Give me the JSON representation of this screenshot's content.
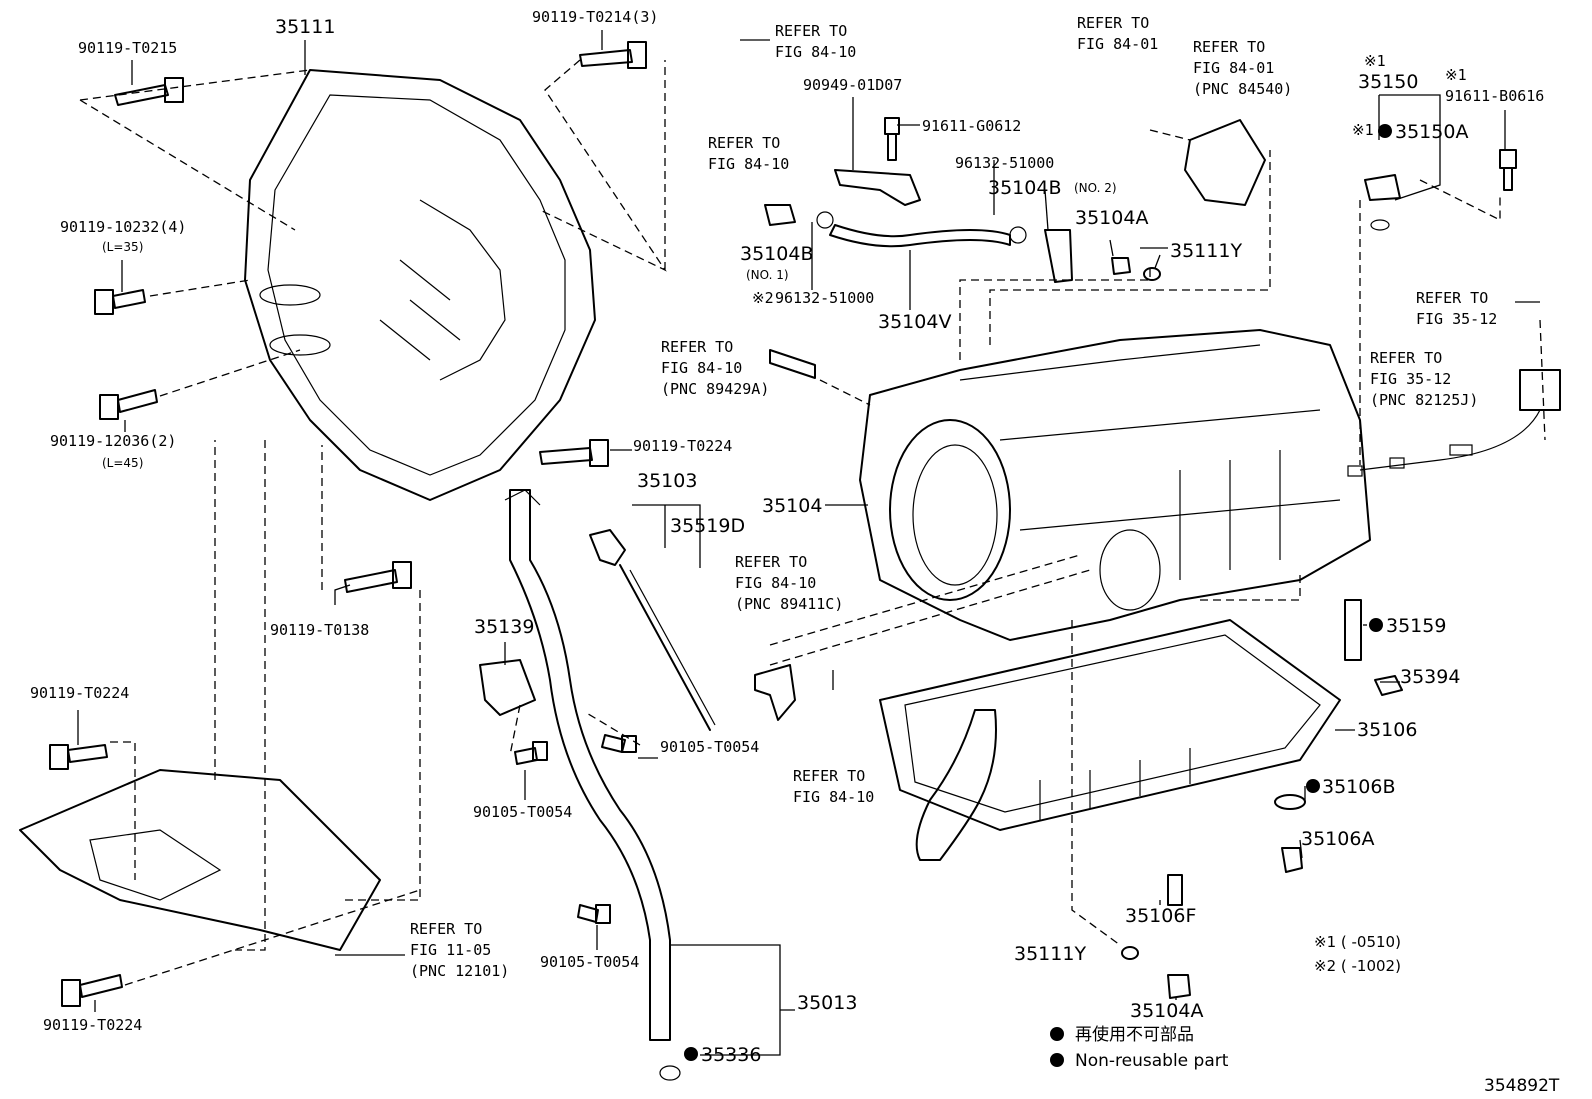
{
  "callouts": {
    "c35111": "35111",
    "c90119_T0215": "90119-T0215",
    "c90119_T0214": "90119-T0214(3)",
    "c90119_10232": "90119-10232(4)",
    "c90119_10232_len": "(L=35)",
    "c90119_12036": "90119-12036(2)",
    "c90119_12036_len": "(L=45)",
    "c90119_T0224_a": "90119-T0224",
    "c90119_T0138": "90119-T0138",
    "c90119_T0224_b": "90119-T0224",
    "c90119_T0224_c": "90119-T0224",
    "ref_11_05_a": "REFER TO",
    "ref_11_05_b": "FIG 11-05",
    "ref_11_05_c": "(PNC 12101)",
    "c35103": "35103",
    "c35519D": "35519D",
    "c35139": "35139",
    "c90105_T0054_a": "90105-T0054",
    "c90105_T0054_b": "90105-T0054",
    "c90105_T0054_c": "90105-T0054",
    "c35013": "35013",
    "c35336": "35336",
    "ref_84_10_top1": "REFER TO",
    "ref_84_10_top2": "FIG 84-10",
    "ref_84_10_mid1": "REFER TO",
    "ref_84_10_mid2": "FIG 84-10",
    "c90949": "90949-01D07",
    "c91611_G0612": "91611-G0612",
    "c96132_a": "96132-51000",
    "c35104B_no2": "35104B",
    "c35104B_no2_sub": "(NO. 2)",
    "c35104B_no1": "35104B",
    "c35104B_no1_sub": "(NO. 1)",
    "c96132_b": "96132-51000",
    "mark2": "※2",
    "c35104V": "35104V",
    "c35104A_top": "35104A",
    "c35111Y_top": "35111Y",
    "ref_84_01_a1": "REFER TO",
    "ref_84_01_a2": "FIG 84-01",
    "ref_84_01_b1": "REFER TO",
    "ref_84_01_b2": "FIG 84-01",
    "ref_84_01_b3": "(PNC 84540)",
    "mark1_a": "※1",
    "c35150": "35150",
    "mark1_b": "※1",
    "c35150A": "35150A",
    "mark1_c": "※1",
    "c91611_B0616": "91611-B0616",
    "ref_35_12_a1": "REFER TO",
    "ref_35_12_a2": "FIG 35-12",
    "ref_35_12_b1": "REFER TO",
    "ref_35_12_b2": "FIG 35-12",
    "ref_35_12_b3": "(PNC 82125J)",
    "ref_89429_1": "REFER TO",
    "ref_89429_2": "FIG 84-10",
    "ref_89429_3": "(PNC 89429A)",
    "c35104": "35104",
    "ref_89411_1": "REFER TO",
    "ref_89411_2": "FIG 84-10",
    "ref_89411_3": "(PNC 89411C)",
    "ref_84_10_bot1": "REFER TO",
    "ref_84_10_bot2": "FIG 84-10",
    "c35159": "35159",
    "c35394": "35394",
    "c35106": "35106",
    "c35106B": "35106B",
    "c35106A": "35106A",
    "c35106F": "35106F",
    "c35111Y_bot": "35111Y",
    "c35104A_bot": "35104A"
  },
  "notes": {
    "n1": "※1 (     -0510)",
    "n2": "※2 (     -1002)"
  },
  "legend": {
    "jp": "再使用不可部品",
    "en": "Non-reusable part"
  },
  "figure_id": "354892T"
}
